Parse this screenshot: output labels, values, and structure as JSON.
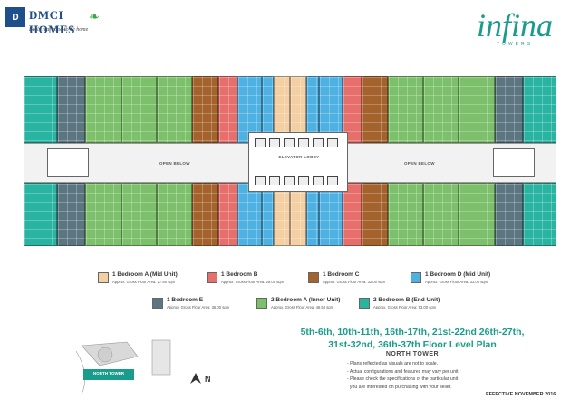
{
  "header": {
    "logo_name": "DMCI HOMES",
    "logo_tagline": "Feels real good to be home",
    "brand_name": "infina",
    "brand_subtitle": "TOWERS"
  },
  "plan": {
    "corridor_label_left": "OPEN BELOW",
    "corridor_label_right": "OPEN BELOW",
    "lobby_label": "ELEVATOR LOBBY"
  },
  "legend": [
    {
      "name": "1 Bedroom A (Mid Unit)",
      "area": "Approx. Gross Floor Area: 27.50 sqm",
      "color": "#f3cfa3"
    },
    {
      "name": "1 Bedroom B",
      "area": "Approx. Gross Floor Area: 29.00 sqm",
      "color": "#e66e6b"
    },
    {
      "name": "1 Bedroom C",
      "area": "Approx. Gross Floor Area: 32.00 sqm",
      "color": "#a4622c"
    },
    {
      "name": "1 Bedroom D (Mid Unit)",
      "area": "Approx. Gross Floor Area: 31.00 sqm",
      "color": "#4fb0e2"
    },
    {
      "name": "1 Bedroom E",
      "area": "Approx. Gross Floor Area: 36.00 sqm",
      "color": "#5c7681"
    },
    {
      "name": "2 Bedroom A (Inner Unit)",
      "area": "Approx. Gross Floor Area: 46.50 sqm",
      "color": "#7dc06b"
    },
    {
      "name": "2 Bedroom B (End Unit)",
      "area": "Approx. Gross Floor Area: 53.00 sqm",
      "color": "#29b3a1"
    }
  ],
  "title": {
    "line1": "5th-6th, 10th-11th, 16th-17th, 21st-22nd 26th-27th,",
    "line2": "31st-32nd, 36th-37th Floor Level Plan",
    "tower": "NORTH TOWER"
  },
  "notes": [
    "- Plans reflected as visuals are not to scale.",
    "- Actual configurations and features may vary per unit.",
    "- Please check the specifications of the particular unit",
    "  you are interested on purchasing with your seller."
  ],
  "effective": "EFFECTIVE NOVEMBER 2016",
  "keyplan": {
    "tower_label": "NORTH TOWER",
    "north_letter": "N"
  },
  "colors": {
    "accent": "#1a9c8c",
    "brand_blue": "#1f4e8c"
  }
}
